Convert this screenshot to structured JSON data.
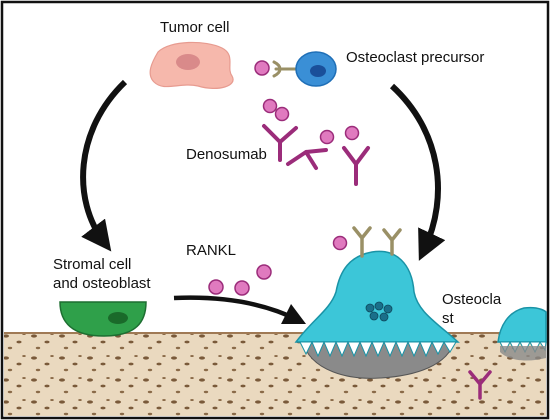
{
  "labels": {
    "tumor_cell": "Tumor cell",
    "osteoclast_precursor": "Osteoclast precursor",
    "denosumab": "Denosumab",
    "stromal_cell_line1": "Stromal cell",
    "stromal_cell_line2": "and osteoblast",
    "rankl": "RANKL",
    "osteoclast_line1": "Osteocla",
    "osteoclast_line2": "st"
  },
  "colors": {
    "tumor_cell": "#f4b4aa",
    "tumor_nucleus": "#d98a8a",
    "precursor_cell": "#3a8fd6",
    "precursor_nucleus": "#1a4f9a",
    "rankl": "#c2549a",
    "rankl_fill": "#e07abf",
    "denosumab": "#9b2c7a",
    "receptor": "#9a9066",
    "stromal_cell": "#2fa04a",
    "stromal_nucleus": "#1a6a2a",
    "osteoclast": "#3cc6d8",
    "bone": "#e8d7bc",
    "bone_spots": "#7a5a3a",
    "resorption_pit": "#7a7a7a",
    "arrow": "#111111",
    "frame": "#111111"
  }
}
